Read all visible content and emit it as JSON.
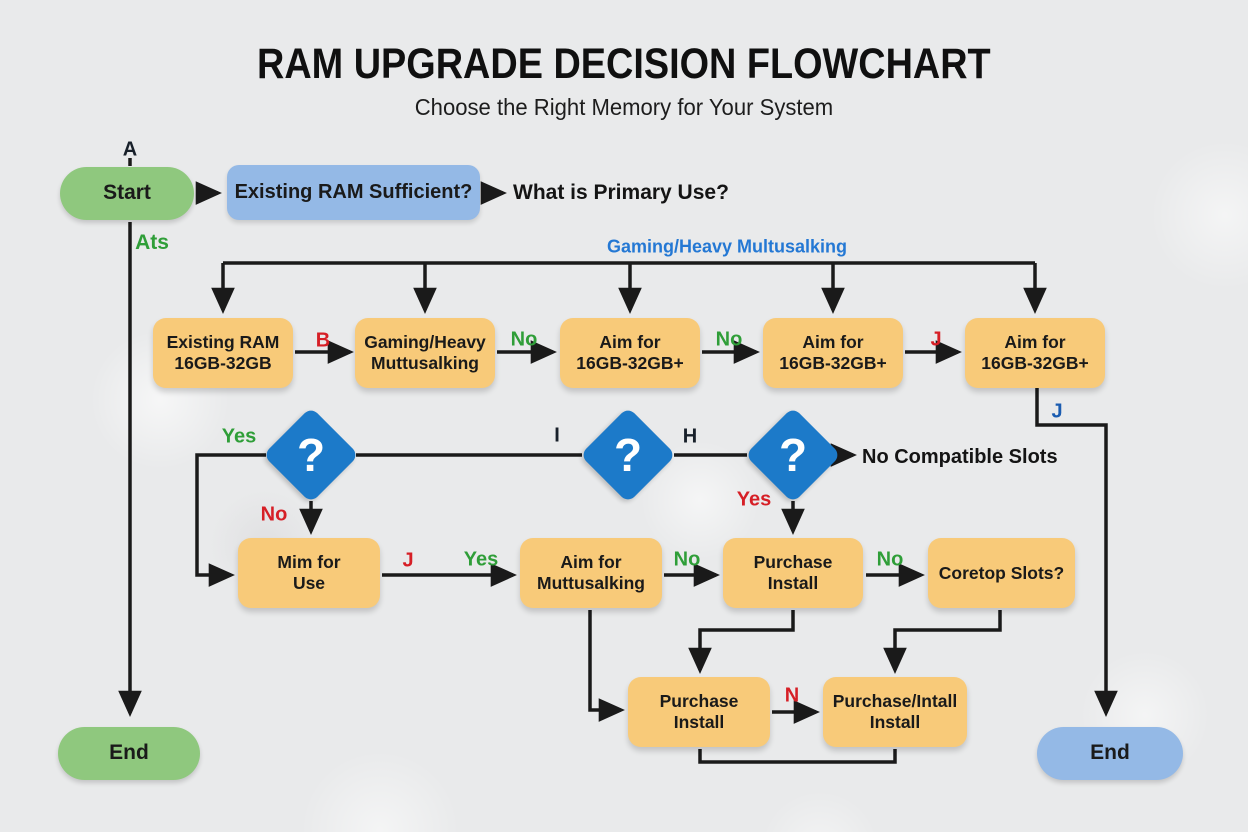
{
  "title": "RAM UPGRADE DECISION FLOWCHART",
  "subtitle": "Choose the Right Memory for Your System",
  "nodes": {
    "start": "Start",
    "ram_sufficient": "Existing RAM Sufficient?",
    "primary_use": "What is Primary Use?",
    "branch_header": "Gaming/Heavy Multusalking",
    "row1": [
      "Existing RAM\n16GB-32GB",
      "Gaming/Heavy\nMuttusalking",
      "Aim for\n16GB-32GB+",
      "Aim for\n16GB-32GB+",
      "Aim for\n16GB-32GB+"
    ],
    "diamond_question": "?",
    "row2": [
      "Mim for\nUse",
      "Aim for\nMuttusalking",
      "Purchase\nInstall",
      "Coretop Slots?"
    ],
    "row3": [
      "Purchase\nInstall",
      "Purchase/Intall\nInstall"
    ],
    "end_left": "End",
    "end_right": "End",
    "no_compatible": "No Compatible Slots"
  },
  "edge_labels": {
    "a": "A",
    "ats": "Ats",
    "b": "B",
    "row1_no_1": "No",
    "row1_no_2": "No",
    "row1_j": "J",
    "j_blue": "J",
    "d1_yes": "Yes",
    "d_i": "I",
    "d_h": "H",
    "d1_no": "No",
    "d3_yes": "Yes",
    "row2_j": "J",
    "row2_yes": "Yes",
    "row2_no_1": "No",
    "row2_no_2": "No",
    "row3_n": "N"
  },
  "colors": {
    "background": "#e9eaeb",
    "start_end_green": "#8fc87e",
    "process_blue": "#94b9e6",
    "process_orange": "#f8ca79",
    "diamond_blue": "#1c7ac9",
    "label_green": "#2f9e38",
    "label_red": "#d61f26",
    "label_blue": "#1b5cb0",
    "header_blue": "#2478d4",
    "line_black": "#1a1a1a"
  }
}
